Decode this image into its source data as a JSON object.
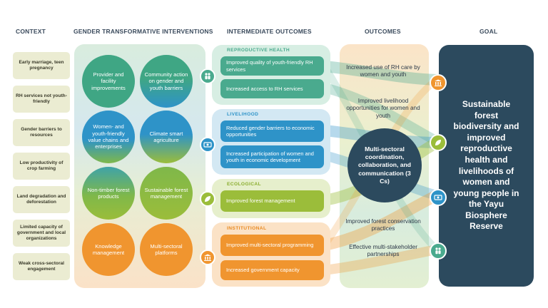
{
  "headers": {
    "context": "CONTEXT",
    "interventions": "GENDER TRANSFORMATIVE INTERVENTIONS",
    "intermediate": "INTERMEDIATE OUTCOMES",
    "outcomes": "OUTCOMES",
    "goal": "GOAL"
  },
  "context": [
    "Early marriage, teen pregnancy",
    "RH services not youth-friendly",
    "Gender barriers to resources",
    "Low productivity of crop farming",
    "Land degradation and deforestation",
    "Limited capacity of government and local organizations",
    "Weak cross-sectoral engagement"
  ],
  "interventions": [
    "Provider and facility improvements",
    "Community action on gender and youth barriers",
    "Women- and youth-friendly value chains and enterprises",
    "Climate smart agriculture",
    "Non-timber forest products",
    "Sustainable forest management",
    "Knowledge management",
    "Multi-sectoral platforms"
  ],
  "sectors": [
    {
      "title": "REPRODUCTIVE HEALTH",
      "items": [
        "Improved quality of youth-friendly RH services",
        "Increased access to RH services"
      ],
      "color": "#4aaa8e",
      "icon": "people-icon"
    },
    {
      "title": "LIVELIHOOD",
      "items": [
        "Reduced gender barriers to economic opportunities",
        "Increased participation of women and youth in economic development"
      ],
      "color": "#2e93c8",
      "icon": "money-icon"
    },
    {
      "title": "ECOLOGICAL",
      "items": [
        "Improved forest management"
      ],
      "color": "#9bbd3a",
      "icon": "leaf-icon"
    },
    {
      "title": "INSTITUTIONAL",
      "items": [
        "Improved multi-sectoral programming",
        "Increased government capacity"
      ],
      "color": "#f0952f",
      "icon": "building-icon"
    }
  ],
  "outcomes": {
    "items": [
      "Increased use of RH care by women and youth",
      "Improved livelihood opportunities for women and youth",
      "Improved forest conservation practices",
      "Effective multi-stakeholder partnerships"
    ],
    "center": "Multi-sectoral coordination, collaboration, and communication (3 Cs)"
  },
  "goal": "Sustainable forest biodiversity and improved reproductive health and livelihoods of women and young people in the Yayu Biosphere Reserve",
  "colors": {
    "dark_navy": "#2c4a5e",
    "teal": "#4aaa8e",
    "blue": "#2e93c8",
    "green": "#9bbd3a",
    "orange": "#f0952f",
    "context_bg": "#ebecd2"
  }
}
